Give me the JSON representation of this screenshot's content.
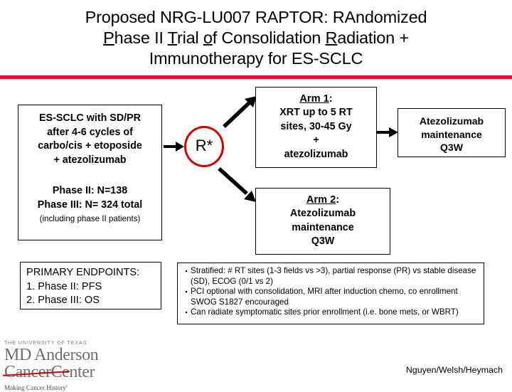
{
  "slide": {
    "title_lines": [
      "Proposed NRG-LU007 RAPTOR: RAndomized",
      "Phase II Trial of Consolidation Radiation +",
      "Immunotherapy for  ES-SCLC"
    ],
    "accent_color": "#e8112d",
    "randomization_color": "#cc0000"
  },
  "eligibility": {
    "line1": "ES-SCLC with SD/PR",
    "line2": "after 4-6 cycles of",
    "line3": "carbo/cis + etoposide",
    "line4": "+ atezolizumab",
    "phase2_enrollment": "Phase II: N=138",
    "phase3_enrollment": "Phase III: N= 324 total",
    "enrollment_note": "(including phase II patients)"
  },
  "randomization": {
    "label": "R*"
  },
  "arm1": {
    "heading": "Arm 1",
    "heading_suffix": ":",
    "line1": "XRT up to 5 RT",
    "line2": "sites, 30-45 Gy",
    "line3": "+",
    "line4": "atezolizumab"
  },
  "maintenance": {
    "line1": "Atezolizumab",
    "line2": "maintenance",
    "line3": "Q3W"
  },
  "arm2": {
    "heading": "Arm 2",
    "heading_suffix": ":",
    "line1": "Atezolizumab",
    "line2": "maintenance",
    "line3": "Q3W"
  },
  "endpoints": {
    "heading": "PRIMARY ENDPOINTS:",
    "item1": "1. Phase II: PFS",
    "item2": "2. Phase III: OS"
  },
  "notes": {
    "bullet_glyph": "▪",
    "items": [
      "Stratified: # RT sites (1-3 fields vs >3), partial response (PR) vs stable disease (SD), ECOG (0/1 vs 2)",
      "PCI optional with consolidation, MRI after induction chemo, co enrollment SWOG S1827 encouraged",
      "Can radiate symptomatic sites prior enrollment (i.e. bone mets, or WBRT)"
    ]
  },
  "logo": {
    "university": "THE UNIVERSITY OF TEXAS",
    "line1": "MD Anderson",
    "struck_word": "Cancer",
    "line2_rest": "Center",
    "tagline": "Making Cancer Historyʹ"
  },
  "footer": {
    "credit": "Nguyen/Welsh/Heymach"
  }
}
